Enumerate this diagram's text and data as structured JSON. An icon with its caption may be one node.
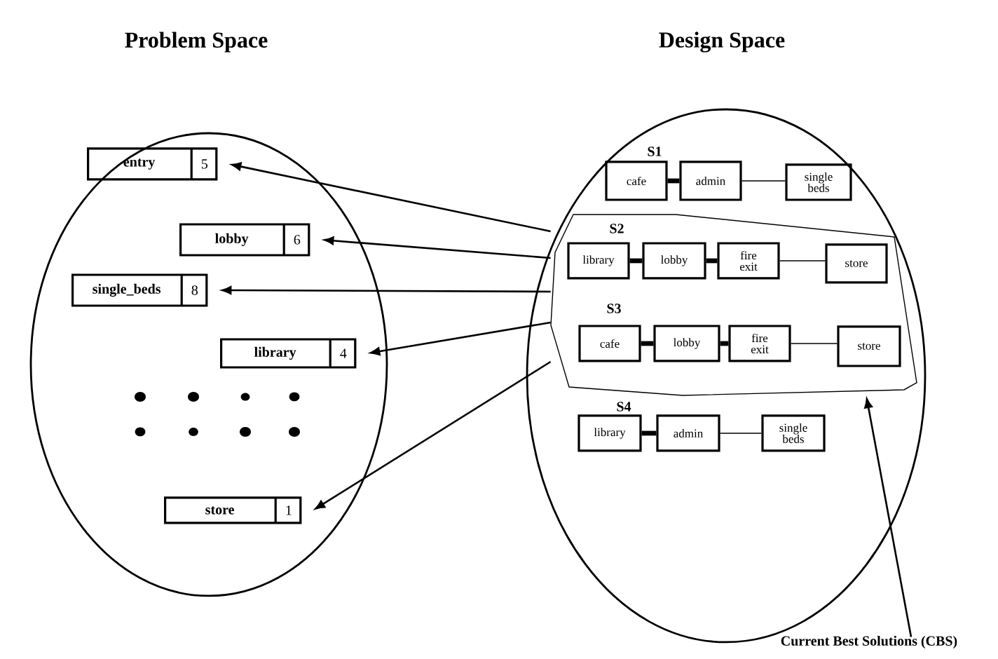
{
  "diagram": {
    "nodes": [
      {
        "text": [
          "Problem Space"
        ]
      },
      {
        "text": [
          "Design Space"
        ]
      },
      {
        "text": [
          "entry",
          "5"
        ],
        "in": 0
      },
      {
        "text": [
          "lobby",
          "6"
        ],
        "in": 0
      },
      {
        "text": [
          "single_beds",
          "8"
        ],
        "in": 0
      },
      {
        "text": [
          "library",
          "4"
        ],
        "in": 0
      },
      {
        "text": [
          "store",
          "1"
        ],
        "in": 0
      },
      {
        "text": [
          "cafe"
        ],
        "in": 1
      },
      {
        "text": [
          "admin"
        ],
        "in": 1
      },
      {
        "text": [
          "single beds"
        ],
        "in": 1
      },
      {
        "text": [],
        "shape": "box",
        "in": 1
      },
      {
        "text": [
          "library"
        ],
        "in": 10
      },
      {
        "text": [
          "lobby"
        ],
        "in": 10
      },
      {
        "text": [
          "fire exit"
        ],
        "in": 10
      },
      {
        "text": [
          "store"
        ],
        "in": 10
      },
      {
        "text": [
          "cafe"
        ],
        "in": 10
      },
      {
        "text": [
          "lobby"
        ],
        "in": 10
      },
      {
        "text": [
          "fire exit"
        ],
        "in": 10
      },
      {
        "text": [
          "store"
        ],
        "in": 10
      },
      {
        "text": [
          "library"
        ],
        "in": 1
      },
      {
        "text": [
          "admin"
        ],
        "in": 1
      },
      {
        "text": [
          "single beds"
        ],
        "in": 1
      },
      {
        "text": [
          "Current Best Solutions (CBS)"
        ]
      }
    ],
    "edges": [
      {
        "from": 7,
        "to": 8,
        "arrow": "none",
        "style": "thick"
      },
      {
        "from": 8,
        "to": 9,
        "arrow": "none"
      },
      {
        "from": 11,
        "to": 12,
        "arrow": "none",
        "style": "thick"
      },
      {
        "from": 12,
        "to": 13,
        "arrow": "none",
        "style": "thick"
      },
      {
        "from": 13,
        "to": 14,
        "arrow": "none"
      },
      {
        "from": 15,
        "to": 16,
        "arrow": "none",
        "style": "thick"
      },
      {
        "from": 16,
        "to": 17,
        "arrow": "none",
        "style": "thick"
      },
      {
        "from": 17,
        "to": 18,
        "arrow": "none"
      },
      {
        "from": 19,
        "to": 20,
        "arrow": "none",
        "style": "thick"
      },
      {
        "from": 20,
        "to": 21,
        "arrow": "none"
      },
      {
        "from": 10,
        "to": 2,
        "arrow": "to"
      },
      {
        "from": 10,
        "to": 3,
        "arrow": "to"
      },
      {
        "from": 10,
        "to": 4,
        "arrow": "to"
      },
      {
        "from": 10,
        "to": 5,
        "arrow": "to"
      },
      {
        "from": 10,
        "to": 6,
        "arrow": "to"
      },
      {
        "from": 22,
        "to": 10,
        "arrow": "to"
      }
    ],
    "labels": [
      "S1",
      "S2",
      "S3",
      "S4"
    ]
  }
}
